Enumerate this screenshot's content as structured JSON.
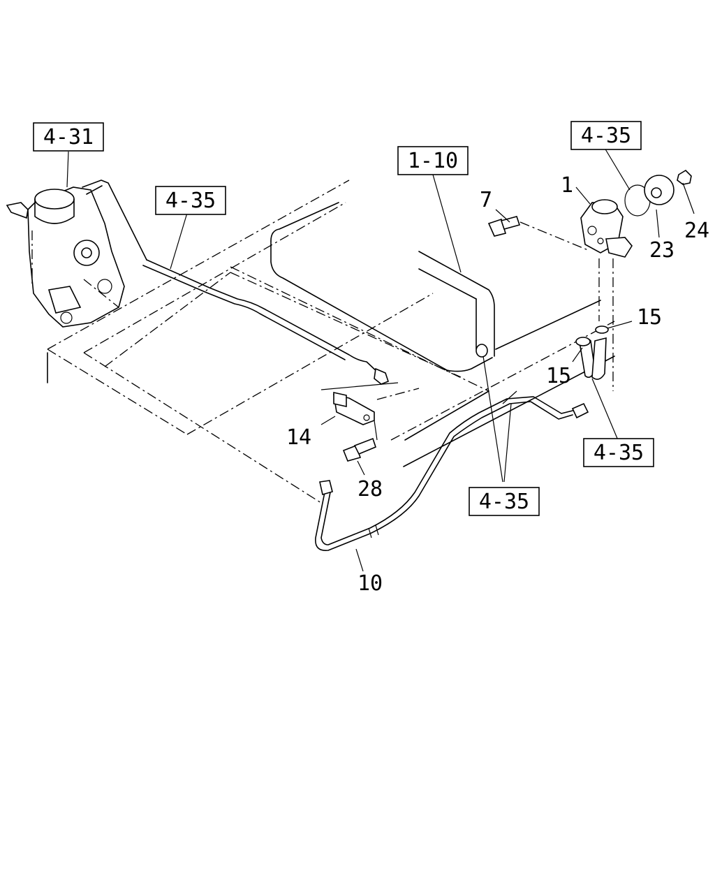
{
  "diagram": {
    "callouts": [
      {
        "id": "ref-4-31",
        "text": "4-31"
      },
      {
        "id": "ref-4-35-top",
        "text": "4-35"
      },
      {
        "id": "ref-1-10",
        "text": "1-10"
      },
      {
        "id": "ref-4-35-left",
        "text": "4-35"
      },
      {
        "id": "ref-4-35-right",
        "text": "4-35"
      },
      {
        "id": "ref-4-35-bottom",
        "text": "4-35"
      }
    ],
    "part_numbers": [
      {
        "id": "part-1",
        "text": "1"
      },
      {
        "id": "part-7",
        "text": "7"
      },
      {
        "id": "part-24",
        "text": "24"
      },
      {
        "id": "part-23",
        "text": "23"
      },
      {
        "id": "part-15-a",
        "text": "15"
      },
      {
        "id": "part-15-b",
        "text": "15"
      },
      {
        "id": "part-14",
        "text": "14"
      },
      {
        "id": "part-28",
        "text": "28"
      },
      {
        "id": "part-10",
        "text": "10"
      }
    ]
  }
}
